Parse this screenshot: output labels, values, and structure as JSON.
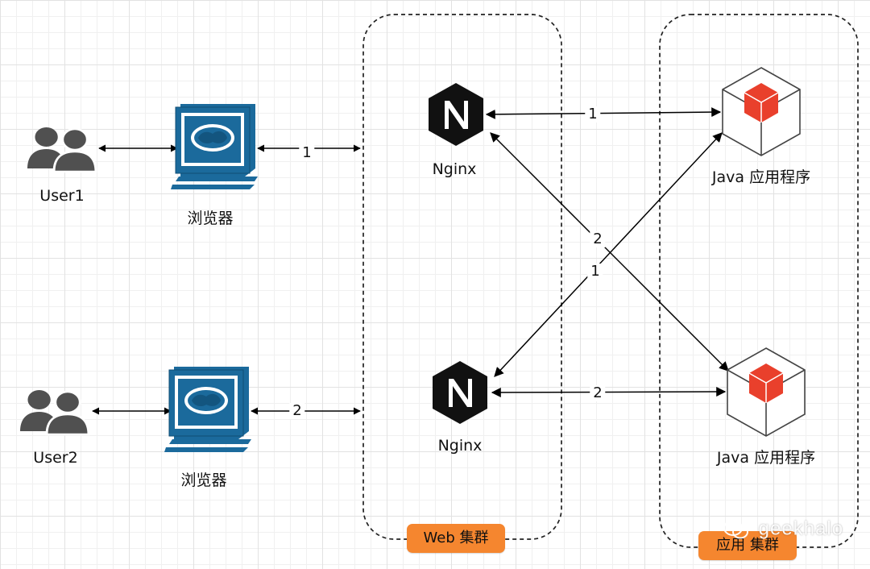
{
  "nodes": {
    "user1": "User1",
    "user2": "User2",
    "browser1": "浏览器",
    "browser2": "浏览器",
    "nginx1": "Nginx",
    "nginx2": "Nginx",
    "java1": "Java 应用程序",
    "java2": "Java 应用程序"
  },
  "edges": {
    "browser1_web": "1",
    "browser2_web": "2",
    "nginx1_java1": "1",
    "nginx2_java2": "2",
    "nginx1_java2": "2",
    "nginx2_java1": "1"
  },
  "clusters": {
    "web": "Web 集群",
    "app": "应用 集群"
  },
  "watermark": "geekhalo",
  "colors": {
    "browser_blue": "#1b6a9c",
    "user_gray": "#505050",
    "nginx_black": "#111111",
    "java_red": "#e9402c",
    "cluster_tag_orange": "#f5862f"
  }
}
